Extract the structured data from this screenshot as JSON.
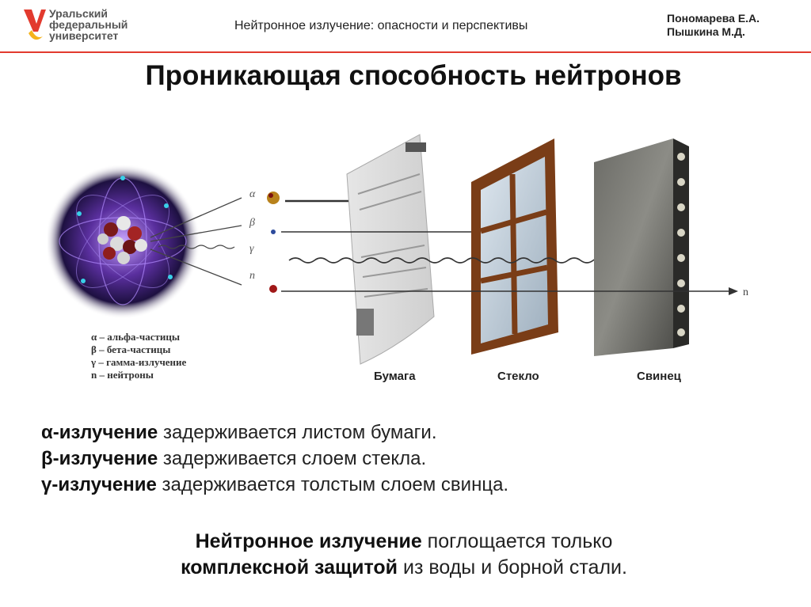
{
  "header": {
    "logo_lines": [
      "Уральский",
      "федеральный",
      "университет"
    ],
    "title": "Нейтронное излучение: опасности и перспективы",
    "authors": [
      "Пономарева Е.А.",
      "Пышкина М.Д."
    ],
    "accent_color": "#e23a2e"
  },
  "slide": {
    "title": "Проникающая способность нейтронов"
  },
  "diagram": {
    "ray_symbols": [
      "α",
      "β",
      "γ",
      "n"
    ],
    "exit_label": "n",
    "legend": [
      "α – альфа-частицы",
      "β – бета-частицы",
      "γ – гамма-излучение",
      "n – нейтроны"
    ],
    "barriers": [
      "Бумага",
      "Стекло",
      "Свинец"
    ]
  },
  "facts": [
    {
      "bold": "α-излучение",
      "rest": " задерживается листом бумаги."
    },
    {
      "bold": "β-излучение",
      "rest": " задерживается слоем стекла."
    },
    {
      "bold": "γ-излучение",
      "rest": " задерживается толстым слоем свинца."
    }
  ],
  "conclusion": {
    "line1_bold": "Нейтронное излучение",
    "line1_rest": " поглощается только",
    "line2_bold": "комплексной защитой",
    "line2_rest": " из воды и борной стали."
  }
}
